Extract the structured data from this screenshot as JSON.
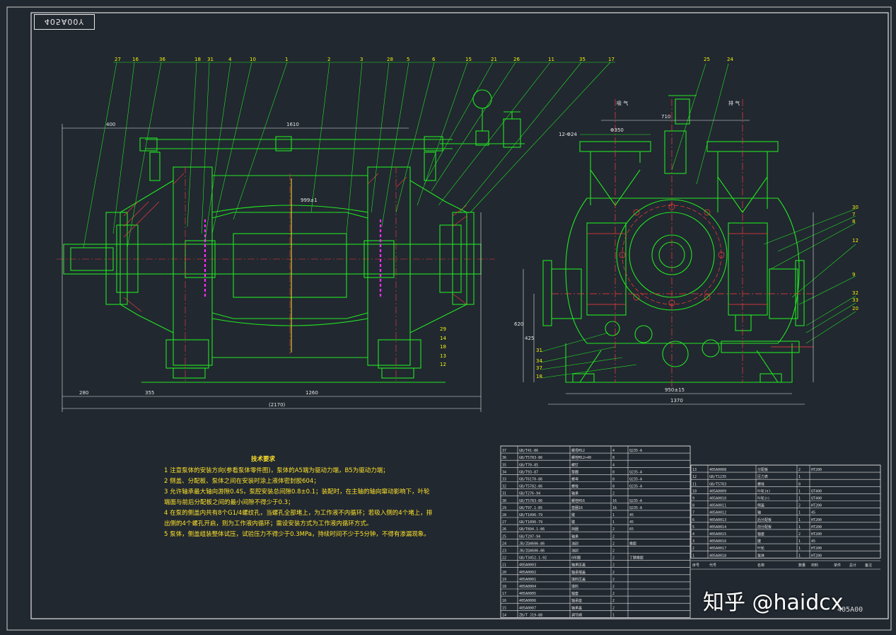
{
  "drawing": {
    "frame_code": "405A00Y",
    "sheet_code": "405A00",
    "watermark": "知乎 @haidcx"
  },
  "dimensions": {
    "front": {
      "left_overall": "400",
      "shaft": "1610",
      "left_base": "280",
      "mid": "355",
      "right_base": "1260",
      "total": "(2170)",
      "center": "999±1"
    },
    "side": {
      "top_w": "710",
      "flange": "12-Φ24",
      "flange_d": "Φ350",
      "base_w": "950±15",
      "total_w": "1370",
      "h1": "620",
      "h2": "425"
    }
  },
  "part_callouts": {
    "top": [
      "27",
      "16",
      "36",
      "18",
      "31",
      "4",
      "10",
      "1",
      "2",
      "3",
      "28",
      "5",
      "6",
      "15",
      "21",
      "26",
      "11",
      "35",
      "17"
    ],
    "side_top": [
      "25",
      "24"
    ],
    "side_right": [
      "30",
      "7",
      "8",
      "12",
      "9",
      "32",
      "33",
      "20"
    ],
    "side_left": [
      "31",
      "34",
      "37",
      "18"
    ],
    "front_right": [
      "29",
      "14",
      "18",
      "13",
      "12"
    ]
  },
  "side_labels": {
    "inlet": "吸 气",
    "outlet": "排 气"
  },
  "tech_requirements": {
    "title": "技术要求",
    "lines": [
      "1 注意泵体的安装方向(参看泵体零件图)，泵体的A5端为驱动力端，B5为驱动力端；",
      "2 侧盖、分配板、泵体之间在安装时涂上液体密封胶604；",
      "3 允许轴承最大轴向游隙0.4S，泵腔安装总间隙0.8±0.1；装配时，在主轴的轴向窜动影响下，叶轮",
      "端面与前后分配板之间的最小间隙不得少于0.3；",
      "4 在泵的侧盖内共有8个G1/4螺纹孔，当螺孔全部堵上，为工作液不内循环；若吸入侧的4个堵上，排",
      "出侧的4个螺孔开启，则为工作液内循环；需设安装方式为工作液内循环方式。",
      "5 泵体，侧盖组装整体试压，试验压力不得少于0.3MPa，持续时间不少于5分钟，不得有渗漏现象。"
    ]
  },
  "bom_left": {
    "rows": [
      {
        "no": "37",
        "code": "GB/T41-86",
        "name": "螺母M12",
        "qty": "4",
        "mat": "Q235-A"
      },
      {
        "no": "36",
        "code": "GB/T5783-86",
        "name": "螺栓M12×40",
        "qty": "8",
        "mat": ""
      },
      {
        "no": "35",
        "code": "GB/T70-85",
        "name": "螺钉",
        "qty": "4",
        "mat": ""
      },
      {
        "no": "34",
        "code": "GB/T93-87",
        "name": "垫圈",
        "qty": "8",
        "mat": "Q235-A"
      },
      {
        "no": "33",
        "code": "GB/T6170-86",
        "name": "螺母",
        "qty": "8",
        "mat": "Q235-A"
      },
      {
        "no": "32",
        "code": "GB/T5782-86",
        "name": "螺栓",
        "qty": "8",
        "mat": "Q235-A"
      },
      {
        "no": "31",
        "code": "GB/T276-94",
        "name": "轴承",
        "qty": "2",
        "mat": ""
      },
      {
        "no": "30",
        "code": "GB/T5783-86",
        "name": "螺栓M16",
        "qty": "16",
        "mat": "Q235-A"
      },
      {
        "no": "29",
        "code": "GB/T97.1-85",
        "name": "垫圈16",
        "qty": "16",
        "mat": "Q235-A"
      },
      {
        "no": "28",
        "code": "GB/T1096-79",
        "name": "键",
        "qty": "1",
        "mat": "45"
      },
      {
        "no": "27",
        "code": "GB/T1096-79",
        "name": "键",
        "qty": "1",
        "mat": "45"
      },
      {
        "no": "26",
        "code": "GB/T894.1-86",
        "name": "挡圈",
        "qty": "2",
        "mat": "65"
      },
      {
        "no": "25",
        "code": "GB/T297-94",
        "name": "轴承",
        "qty": "2",
        "mat": ""
      },
      {
        "no": "24",
        "code": "JB/ZQ4606-86",
        "name": "油封",
        "qty": "2",
        "mat": "橡胶"
      },
      {
        "no": "23",
        "code": "JB/ZQ4606-86",
        "name": "油封",
        "qty": "2",
        "mat": ""
      },
      {
        "no": "22",
        "code": "GB/T3452.1-92",
        "name": "O形圈",
        "qty": "2",
        "mat": "丁腈橡胶"
      },
      {
        "no": "21",
        "code": "405A0003",
        "name": "轴承压盖",
        "qty": "2",
        "mat": ""
      },
      {
        "no": "20",
        "code": "405A0002",
        "name": "轴承端盖",
        "qty": "2",
        "mat": ""
      },
      {
        "no": "19",
        "code": "405A0001",
        "name": "填料压盖",
        "qty": "2",
        "mat": ""
      },
      {
        "no": "18",
        "code": "405A0004",
        "name": "填料",
        "qty": "2",
        "mat": ""
      },
      {
        "no": "17",
        "code": "405A0005",
        "name": "轴套",
        "qty": "2",
        "mat": ""
      },
      {
        "no": "16",
        "code": "405A0006",
        "name": "轴承座",
        "qty": "2",
        "mat": ""
      },
      {
        "no": "15",
        "code": "405A0007",
        "name": "轴承盖",
        "qty": "2",
        "mat": ""
      },
      {
        "no": "14",
        "code": "ZB/T J19-88",
        "name": "调节阀",
        "qty": "1",
        "mat": ""
      }
    ]
  },
  "bom_right": {
    "rows": [
      {
        "no": "13",
        "code": "405A0008",
        "name": "分配板",
        "qty": "2",
        "mat": "HT200"
      },
      {
        "no": "12",
        "code": "GB/T1235",
        "name": "压力表",
        "qty": "1",
        "mat": ""
      },
      {
        "no": "11",
        "code": "GB/T5783",
        "name": "螺栓",
        "qty": "8",
        "mat": ""
      },
      {
        "no": "10",
        "code": "405A0009",
        "name": "叶轮(Ⅱ)",
        "qty": "1",
        "mat": "QT400"
      },
      {
        "no": "9",
        "code": "405A0010",
        "name": "叶轮(Ⅰ)",
        "qty": "1",
        "mat": "QT400"
      },
      {
        "no": "8",
        "code": "405A0011",
        "name": "侧盖",
        "qty": "2",
        "mat": "HT200"
      },
      {
        "no": "7",
        "code": "405A0012",
        "name": "轴",
        "qty": "1",
        "mat": "45"
      },
      {
        "no": "6",
        "code": "405A0013",
        "name": "后分配板",
        "qty": "1",
        "mat": "HT200"
      },
      {
        "no": "5",
        "code": "405A0014",
        "name": "前分配板",
        "qty": "1",
        "mat": "HT200"
      },
      {
        "no": "4",
        "code": "405A0015",
        "name": "轴套",
        "qty": "2",
        "mat": "HT200"
      },
      {
        "no": "3",
        "code": "405A0016",
        "name": "键",
        "qty": "1",
        "mat": "45"
      },
      {
        "no": "2",
        "code": "405A0017",
        "name": "叶轮",
        "qty": "1",
        "mat": "HT200"
      },
      {
        "no": "1",
        "code": "405A0018",
        "name": "泵体",
        "qty": "1",
        "mat": "HT200"
      }
    ],
    "header": [
      "序号",
      "代号",
      "名称",
      "数量",
      "材料",
      "单件",
      "总计",
      "备注"
    ]
  },
  "colors": {
    "background": "#212830",
    "green": "#22e622",
    "white": "#e6e6e6",
    "red": "#ff3b3b",
    "yellow": "#ffe22a",
    "magenta": "#ff2bff",
    "cyan": "#29d7d7"
  }
}
